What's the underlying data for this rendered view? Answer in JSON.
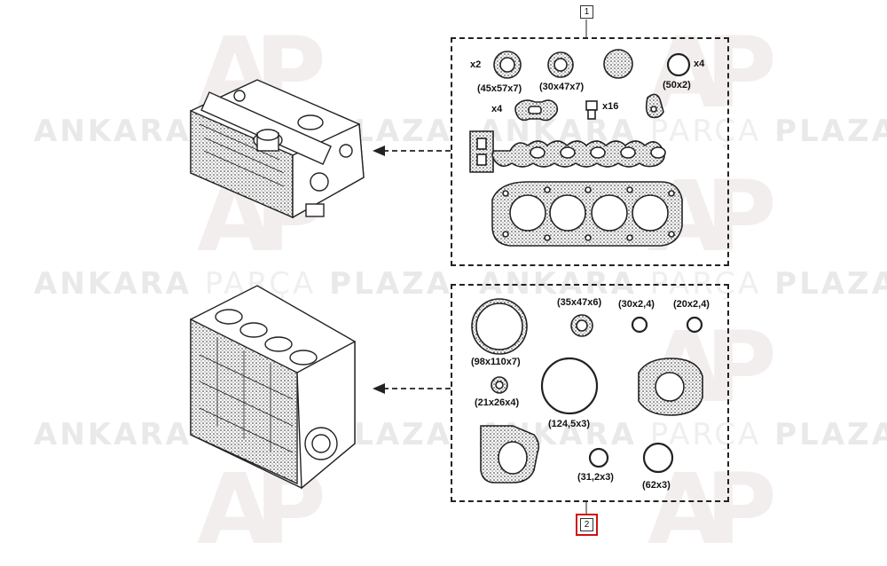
{
  "watermark": {
    "brand_a": "ANKARA",
    "brand_b": "PARÇA",
    "brand_c": "PLAZA",
    "logo": "AP"
  },
  "callouts": {
    "upper": "1",
    "lower": "2"
  },
  "upper_kit": {
    "seal_a": {
      "qty": "x2",
      "size": "(45x57x7)"
    },
    "seal_b": {
      "size": "(30x47x7)"
    },
    "o_ring": {
      "qty": "x4",
      "size": "(50x2)"
    },
    "gasket_qty": "x4",
    "bolt_qty": "x16"
  },
  "lower_kit": {
    "crank_seal": "(98x110x7)",
    "seal_35": "(35x47x6)",
    "ring_30": "(30x2,4)",
    "ring_20": "(20x2,4)",
    "seal_21": "(21x26x4)",
    "ring_124": "(124,5x3)",
    "ring_31": "(31,2x3)",
    "ring_62": "(62x3)"
  },
  "colors": {
    "ink": "#111111",
    "highlight": "#d01010",
    "watermark": "#e9e9e9"
  }
}
